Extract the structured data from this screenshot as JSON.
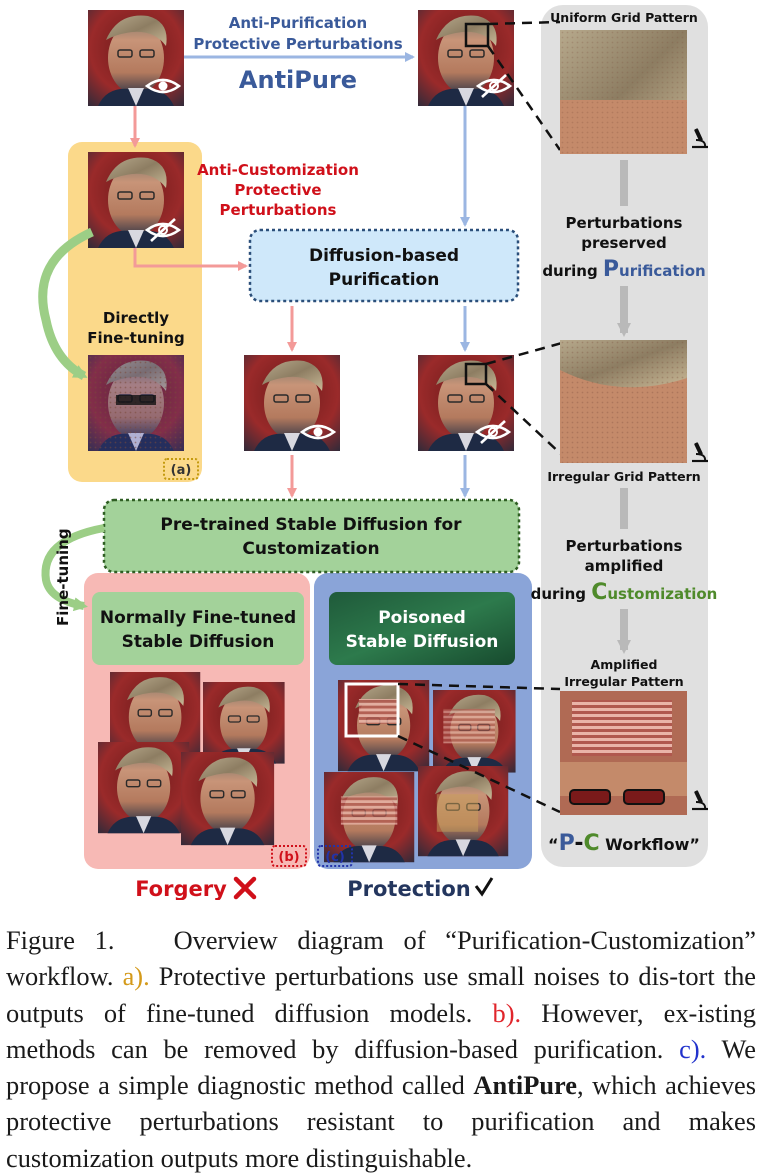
{
  "figure": {
    "top_arrow_label_line1": "Anti-Purification",
    "top_arrow_label_line2": "Protective Perturbations",
    "method_name": "AntiPure",
    "anti_customization_line1": "Anti-Customization",
    "anti_customization_line2": "Protective",
    "anti_customization_line3": "Perturbations",
    "purification_box_line1": "Diffusion-based",
    "purification_box_line2": "Purification",
    "directly_finetuning_line1": "Directly",
    "directly_finetuning_line2": "Fine-tuning",
    "tag_a": "(a)",
    "tag_b": "(b)",
    "tag_c": "(c)",
    "pretrained_line1": "Pre-trained Stable Diffusion for",
    "pretrained_line2": "Customization",
    "finetuning_side": "Fine-tuning",
    "normal_sd_line1": "Normally Fine-tuned",
    "normal_sd_line2": "Stable Diffusion",
    "poisoned_sd_line1": "Poisoned",
    "poisoned_sd_line2": "Stable Diffusion",
    "forgery": "Forgery",
    "protection": "Protection",
    "right_panel": {
      "uniform_grid": "Uniform Grid Pattern",
      "preserved_line1": "Perturbations",
      "preserved_line2": "preserved",
      "preserved_line3_prefix": "during ",
      "preserved_line3_initial": "P",
      "preserved_line3_rest": "urification",
      "irregular_grid": "Irregular Grid Pattern",
      "amplified_line1": "Perturbations",
      "amplified_line2": "amplified",
      "amplified_line3_prefix": "during ",
      "amplified_line3_initial": "C",
      "amplified_line3_rest": "ustomization",
      "amplified_pattern_line1": "Amplified",
      "amplified_pattern_line2": "Irregular Pattern",
      "workflow_open": "“",
      "workflow_p": "P",
      "workflow_dash": "-",
      "workflow_c": "C",
      "workflow_rest": " Workflow”"
    },
    "colors": {
      "yellow_panel": "#fbd98a",
      "pink_panel": "#f7b9b5",
      "blue_panel": "#8aa4d8",
      "gray_panel": "#e0e0e0",
      "green_box": "#a3d29a",
      "light_blue_box": "#cfe8fa",
      "blue_text": "#3a5a9a",
      "red_text": "#d0101a",
      "green_text": "#4f8a2b",
      "pink_arrow": "#f39a98",
      "blue_arrow": "#9bb6e2"
    }
  },
  "caption": {
    "label": "Figure 1.",
    "sentence1": "Overview diagram of “Purification-Customization” workflow.",
    "a_marker": "a).",
    "a_text": "Protective perturbations use small noises to dis-tort the outputs of fine-tuned diffusion models.",
    "b_marker": "b).",
    "b_text": "However, ex-isting methods can be removed by diffusion-based purification.",
    "c_marker": "c).",
    "c_text_pre": "We propose a simple diagnostic method called",
    "c_method": "AntiPure",
    "c_text_post": ", which achieves protective perturbations resistant to purification and makes customization outputs more distinguishable."
  }
}
